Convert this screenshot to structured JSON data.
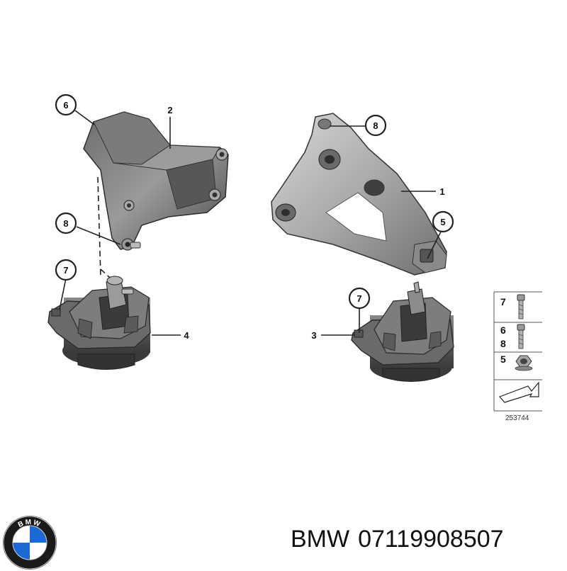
{
  "callouts": {
    "c6_left": "6",
    "c8_left": "8",
    "c7_left": "7",
    "c7_right": "7",
    "c8_right": "8",
    "c5_right": "5"
  },
  "labels": {
    "l2": "2",
    "l1": "1",
    "l4": "4",
    "l3": "3"
  },
  "legend": {
    "items": [
      "7",
      "6",
      "8",
      "5"
    ],
    "ref_number": "253744"
  },
  "logo": {
    "text": "BMW",
    "colors": {
      "blue": "#1c69d4",
      "ring": "#1a1a1a",
      "white": "#ffffff"
    }
  },
  "caption": {
    "brand": "BMW",
    "part_number": "07119908507"
  },
  "colors": {
    "metal_dark": "#5a5a5a",
    "metal_mid": "#8a8a8a",
    "metal_light": "#c9c9c9",
    "rubber": "#3d3d3d"
  }
}
